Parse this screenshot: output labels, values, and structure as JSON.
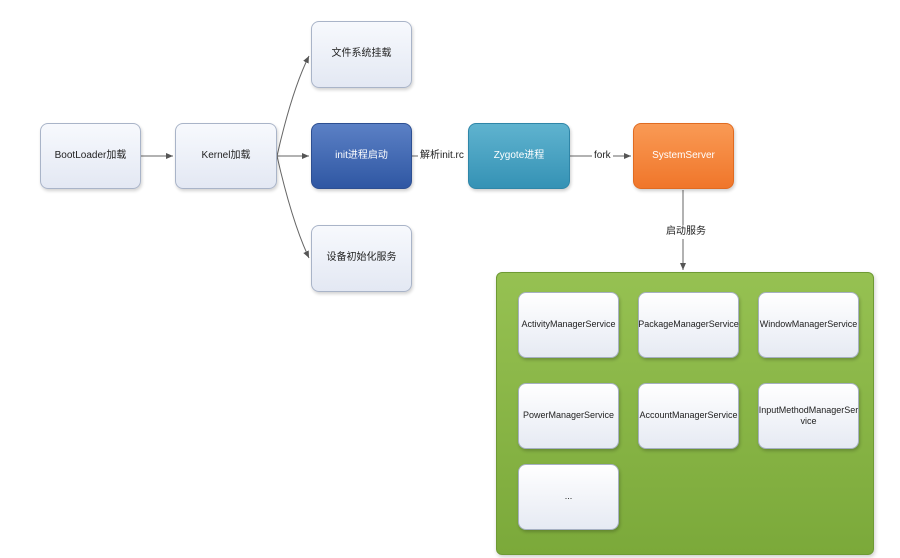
{
  "nodes": {
    "bootloader": "BootLoader加载",
    "kernel": "Kernel加载",
    "filesystem": "文件系统挂载",
    "init": "init进程启动",
    "device_init": "设备初始化服务",
    "zygote": "Zygote进程",
    "systemserver": "SystemServer"
  },
  "edge_labels": {
    "parse_init_rc": "解析init.rc",
    "fork": "fork",
    "start_services": "启动服务"
  },
  "services": {
    "activity": "ActivityManagerService",
    "package": "PackageManagerService",
    "window": "WindowManagerService",
    "power": "PowerManagerService",
    "account": "AccountManagerService",
    "input_method": "InputMethodManagerSer vice",
    "more": "..."
  },
  "colors": {
    "init": "#3f66b0",
    "zygote": "#45a2c3",
    "systemserver": "#f5843b",
    "services_container": "#88b545"
  }
}
